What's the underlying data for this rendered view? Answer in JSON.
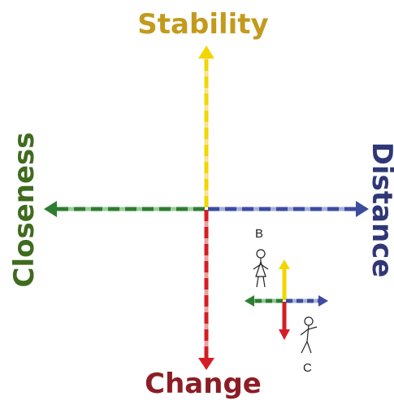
{
  "axes": {
    "top": "Stability",
    "bottom": "Change",
    "left": "Closeness",
    "right": "Distance"
  },
  "figures": {
    "b": "B",
    "c": "C"
  },
  "colors": {
    "stability": "#f1d600",
    "change": "#d51e24",
    "closeness": "#2e7d32",
    "distance": "#3d4c9e"
  }
}
